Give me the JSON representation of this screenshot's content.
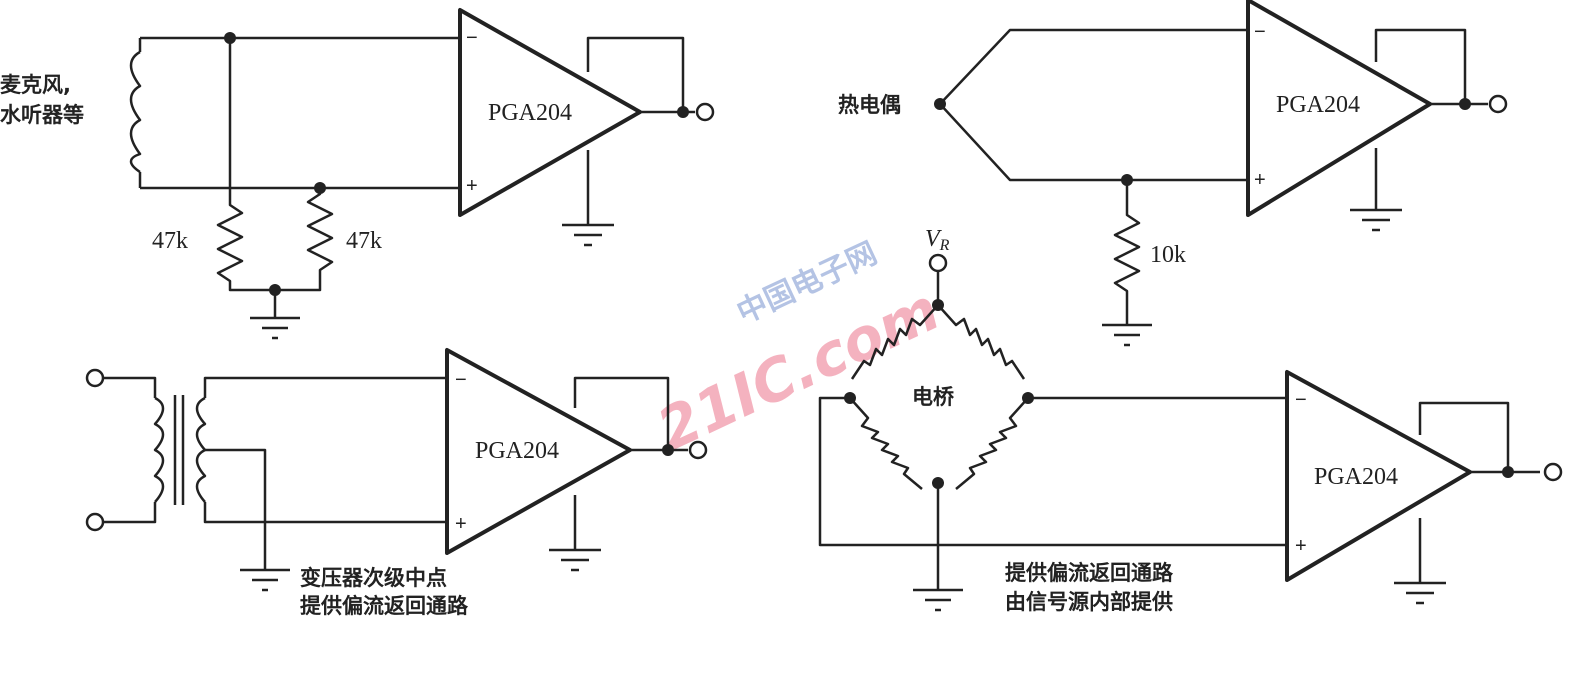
{
  "circuits": [
    {
      "amp_label": "PGA204",
      "source_label": [
        "麦克风,",
        "水听器等"
      ],
      "resistors": [
        "47k",
        "47k"
      ]
    },
    {
      "amp_label": "PGA204",
      "source_label": "热电偶",
      "resistors": [
        "10k"
      ]
    },
    {
      "amp_label": "PGA204",
      "note": [
        "变压器次级中点",
        "提供偏流返回通路"
      ]
    },
    {
      "amp_label": "PGA204",
      "vr_label": "V",
      "vr_sub": "R",
      "bridge_label": "电桥",
      "note": [
        "提供偏流返回通路",
        "由信号源内部提供"
      ]
    }
  ],
  "pins": {
    "minus": "−",
    "plus": "+"
  },
  "watermark": {
    "line1": "中国电子网",
    "line2": "21IC.com"
  }
}
